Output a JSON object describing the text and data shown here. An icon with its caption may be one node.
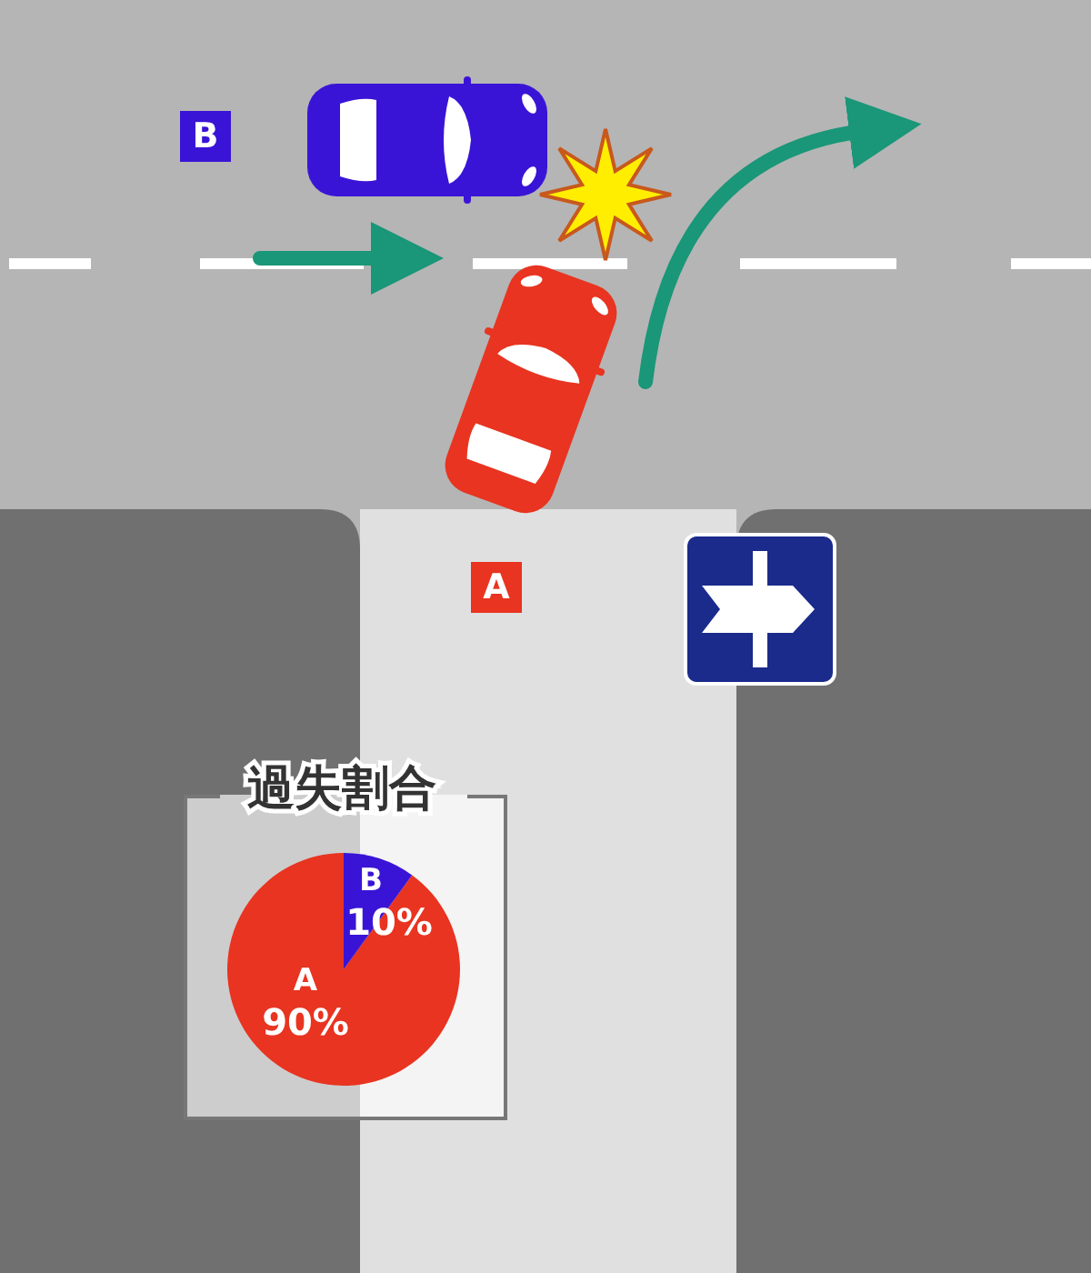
{
  "diagram": {
    "labels": [
      "B",
      "A"
    ],
    "chart_data": {
      "type": "pie",
      "title": "過失割合",
      "categories": [
        "A",
        "B"
      ],
      "values": [
        90,
        10
      ],
      "value_labels": [
        "90%",
        "10%"
      ]
    }
  }
}
